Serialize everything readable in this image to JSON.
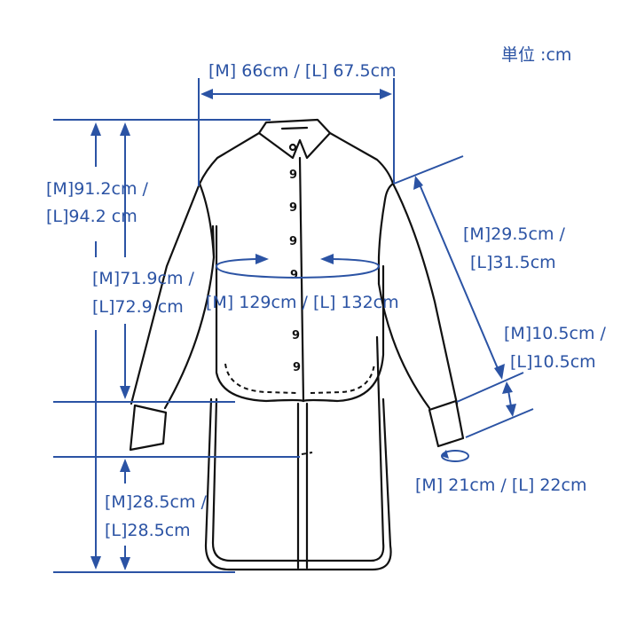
{
  "unit_label": "単位 :cm",
  "measurements": {
    "shoulder_width": "[M] 66cm / [L] 67.5cm",
    "total_length_m": "[M]91.2cm /",
    "total_length_l": "[L]94.2 cm",
    "front_length_m": "[M]71.9cm /",
    "front_length_l": "[L]72.9 cm",
    "chest": "[M] 129cm / [L] 132cm",
    "sleeve_length_m": "[M]29.5cm /",
    "sleeve_length_l": "[L]31.5cm",
    "cuff_height_m": "[M]10.5cm /",
    "cuff_height_l": "[L]10.5cm",
    "cuff_circumference": "[M] 21cm / [L] 22cm",
    "back_extension_m": "[M]28.5cm /",
    "back_extension_l": "[L]28.5cm"
  },
  "button_glyph": "9",
  "colors": {
    "dimension": "#2b53a4",
    "outline": "#111111"
  }
}
